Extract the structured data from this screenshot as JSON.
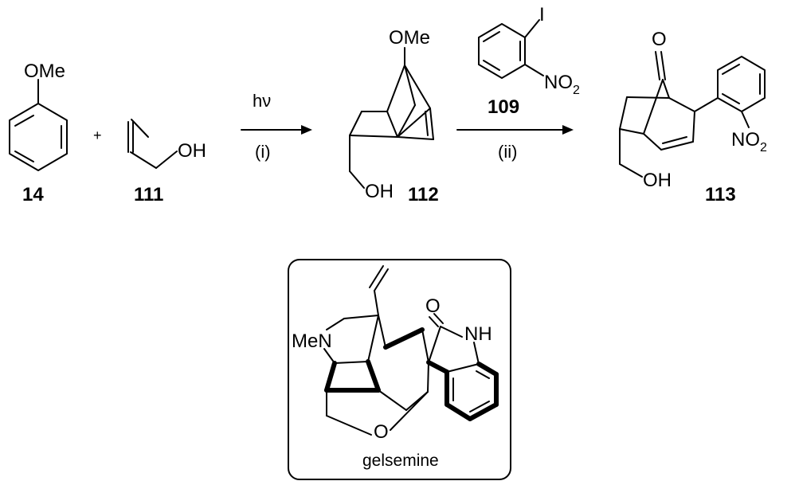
{
  "compounds": {
    "anisole": {
      "id": "14",
      "substituent": "OMe"
    },
    "allyl_alcohol": {
      "id": "111",
      "group": "OH"
    },
    "photoadduct": {
      "id": "112",
      "top_group": "OMe",
      "side_group": "OH"
    },
    "aryl_iodide": {
      "id": "109",
      "halogen": "I",
      "nitro_main": "NO",
      "nitro_sub": "2"
    },
    "product": {
      "id": "113",
      "carbonyl": "O",
      "alcohol": "OH",
      "nitro_main": "NO",
      "nitro_sub": "2"
    }
  },
  "operators": {
    "plus": "+"
  },
  "steps": {
    "step1": {
      "reagent": "hν",
      "label": "(i)"
    },
    "step2": {
      "label": "(ii)"
    }
  },
  "target": {
    "name": "gelsemine",
    "amine": "MeN",
    "amide_o": "O",
    "amide_nh": "NH",
    "ether_o": "O"
  }
}
